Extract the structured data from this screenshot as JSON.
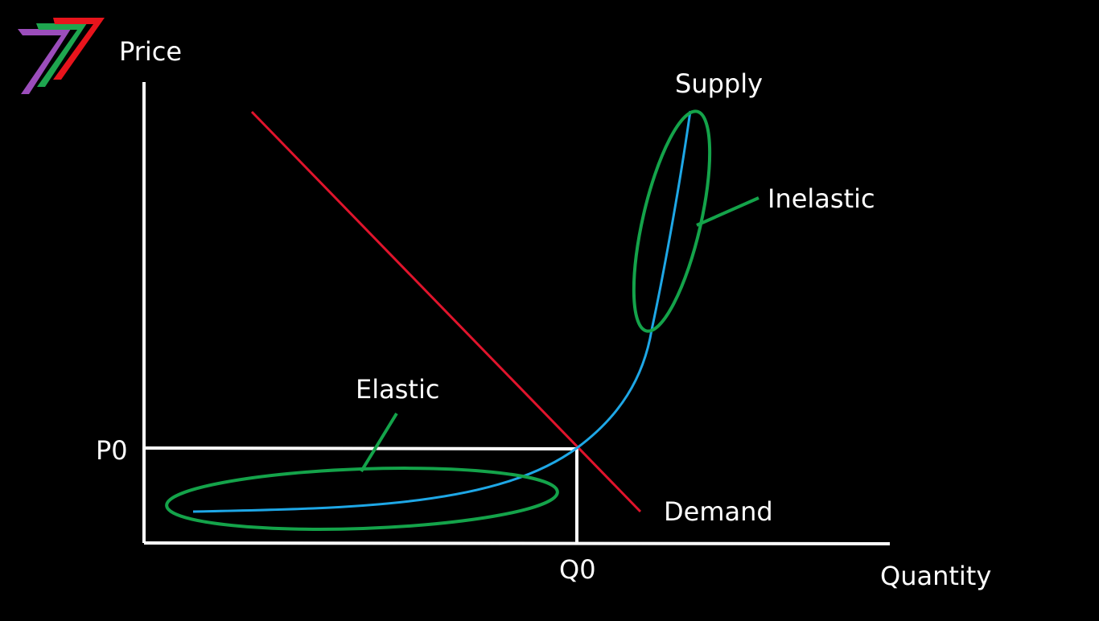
{
  "colors": {
    "background": "#000000",
    "axes": "#ffffff",
    "guides": "#ffffff",
    "demand": "#e0142c",
    "supply": "#1ea7e6",
    "highlight": "#14a34a",
    "text": "#ffffff",
    "logo": [
      "#9b4dbb",
      "#1ea64f",
      "#e8141c"
    ]
  },
  "labels": {
    "y_axis": "Price",
    "x_axis": "Quantity",
    "price_equilibrium": "P0",
    "quantity_equilibrium": "Q0",
    "supply": "Supply",
    "demand": "Demand",
    "elastic": "Elastic",
    "inelastic": "Inelastic"
  },
  "logo": {
    "icon": "stylized-7-logo-icon"
  }
}
